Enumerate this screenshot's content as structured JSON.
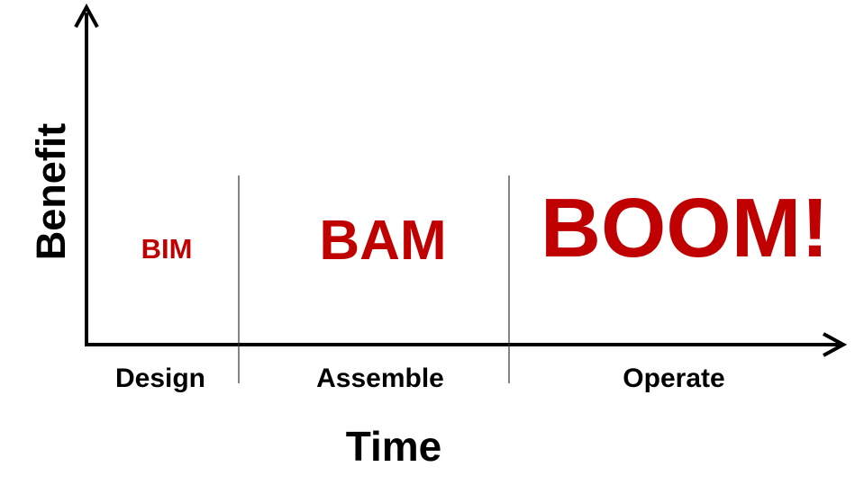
{
  "axes": {
    "y_label": "Benefit",
    "x_label": "Time"
  },
  "phases": [
    {
      "name": "Design",
      "impact": "BIM"
    },
    {
      "name": "Assemble",
      "impact": "BAM"
    },
    {
      "name": "Operate",
      "impact": "BOOM!"
    }
  ],
  "colors": {
    "impact": "#c00000",
    "axis": "#000000"
  }
}
